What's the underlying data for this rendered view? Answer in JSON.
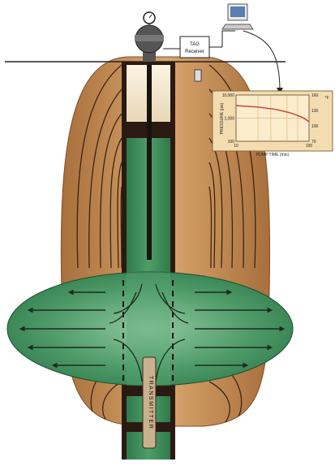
{
  "receiver": {
    "line1": "TAG",
    "line2": "Receiver"
  },
  "transmitter": {
    "label": "TRANSMITTER"
  },
  "inset_chart": {
    "left_axis_label": "PRESSURE (psi)",
    "right_axis_label": "°F",
    "x_axis_label": "PUMP TIME (min)",
    "left_ticks": [
      "10,000",
      "1,000",
      "100"
    ],
    "right_ticks": [
      "160",
      "130",
      "100",
      "70"
    ],
    "x_ticks": [
      "10",
      "100"
    ]
  },
  "chart_data": {
    "type": "line",
    "title": "",
    "xlabel": "PUMP TIME (min)",
    "ylabel": "PRESSURE (psi)",
    "ylabel_right": "°F",
    "xscale": "log",
    "yscale": "log",
    "xlim": [
      10,
      100
    ],
    "ylim": [
      100,
      10000
    ],
    "ylim_right": [
      70,
      160
    ],
    "grid": true,
    "series": [
      {
        "x": [
          10,
          20,
          35,
          55,
          80,
          100
        ],
        "y": [
          3500,
          3000,
          2400,
          1700,
          1100,
          700
        ]
      }
    ]
  },
  "colors": {
    "formation_tan": "#c8945c",
    "formation_dark": "#a5703c",
    "fracture_green": "#3f8a5a",
    "fluid_green": "#2f7a4c",
    "inset_bg": "#f3dcb0",
    "curve": "#c2423a",
    "casing_dark": "#2a1a12"
  }
}
